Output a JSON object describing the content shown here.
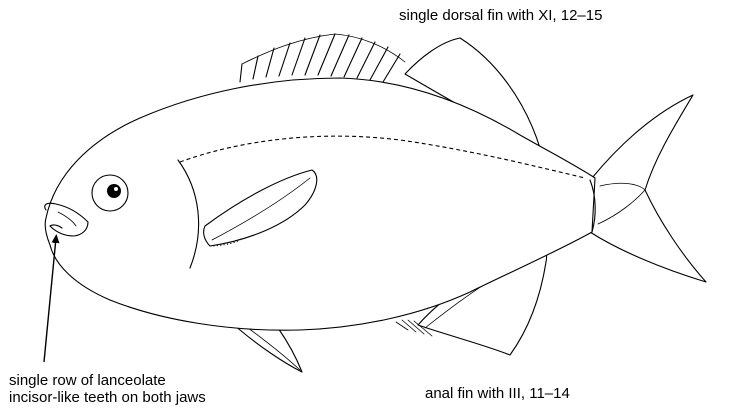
{
  "annotations": {
    "dorsal_fin": "single dorsal fin with XI, 12–15",
    "anal_fin": "anal fin with III, 11–14",
    "teeth_line1": "single row of lanceolate",
    "teeth_line2": "incisor-like teeth on both jaws"
  },
  "colors": {
    "line": "#000000",
    "background": "#ffffff"
  }
}
